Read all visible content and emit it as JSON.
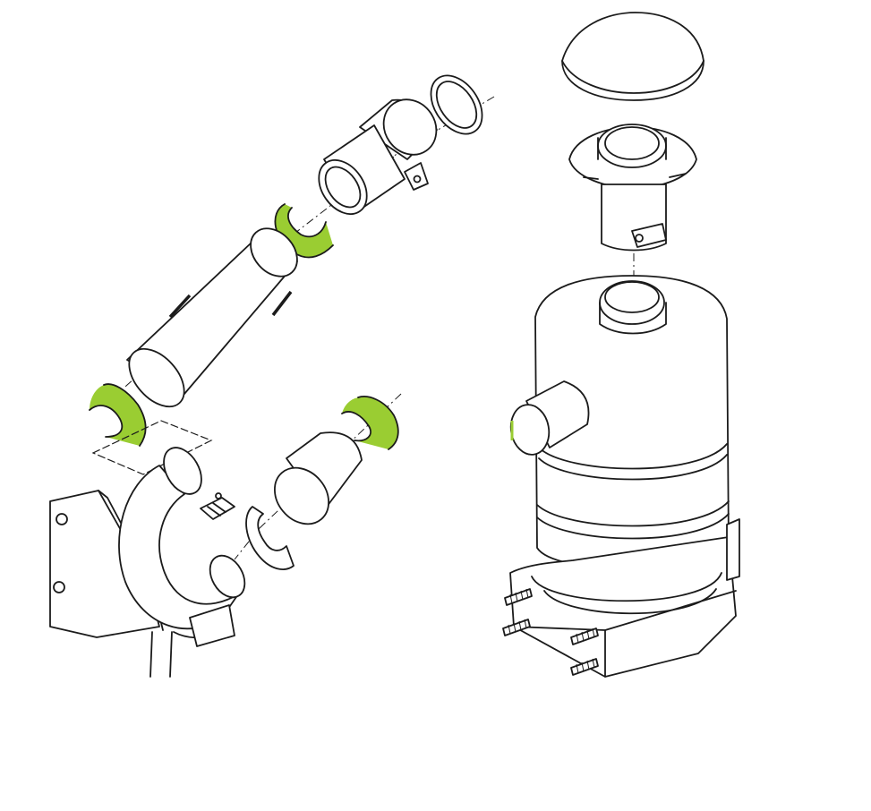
{
  "diagram": {
    "highlight_color": "#9acd32",
    "line_color": "#1b1b1b",
    "background": "#ffffff",
    "highlighted_parts": [
      "hose-clamp",
      "hose-clamp",
      "hose-clamp",
      "hose-clamp"
    ]
  }
}
